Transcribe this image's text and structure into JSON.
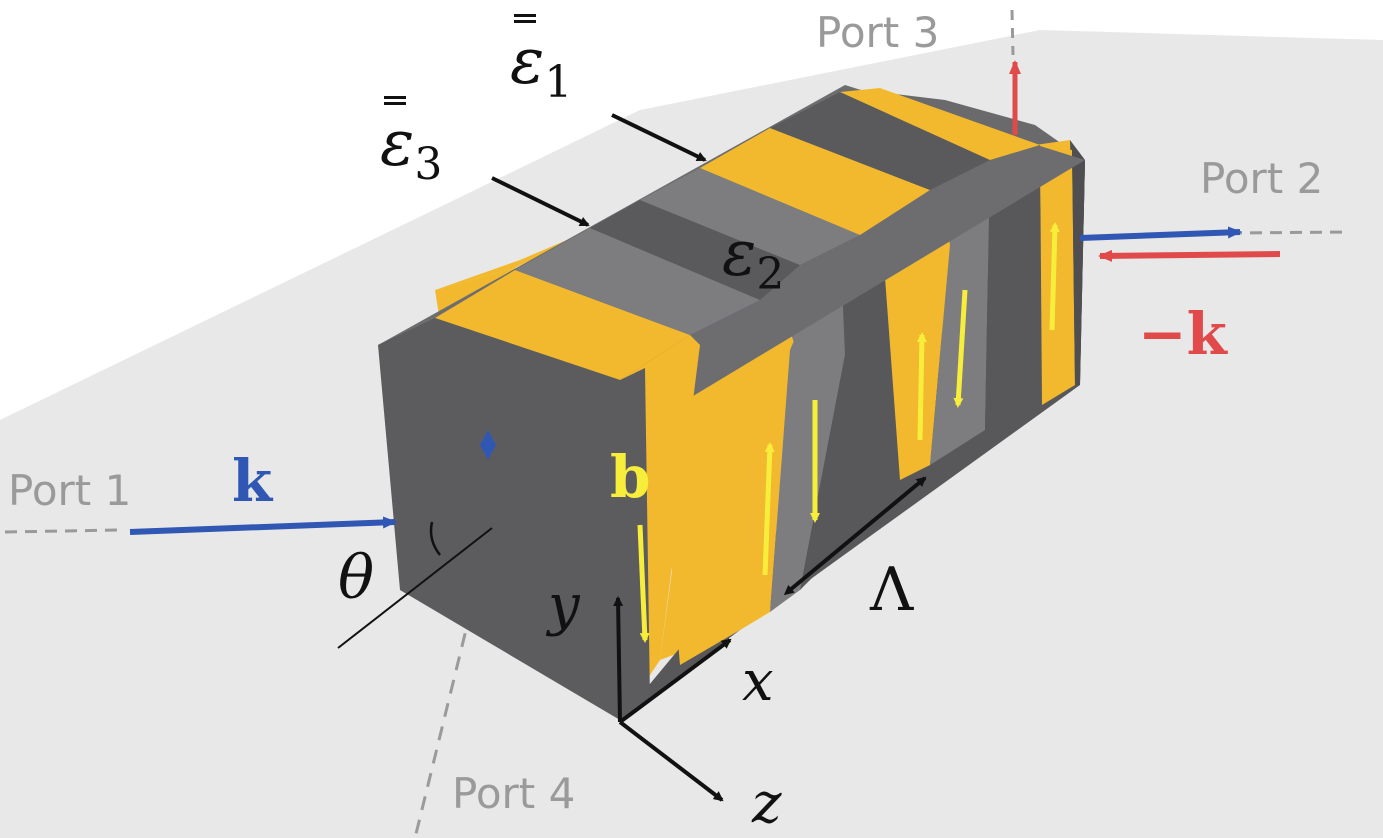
{
  "labels": {
    "port1": "Port 1",
    "port2": "Port 2",
    "port3": "Port 3",
    "port4": "Port 4",
    "k_forward": "k",
    "k_backward": "−k",
    "eps1": "ε",
    "eps1_sub": "1",
    "eps2": "ε",
    "eps2_sub": "2",
    "eps3": "ε",
    "eps3_sub": "3",
    "b": "b",
    "theta": "θ",
    "lambda": "Λ",
    "axis_x": "x",
    "axis_y": "y",
    "axis_z": "z"
  },
  "colors": {
    "dark_layer": "#5c5c5e",
    "gray_layer": "#7d7d80",
    "gold_layer": "#f2b92e",
    "yellow_arrow": "#f7ee3c",
    "blue": "#2f57b3",
    "red": "#e04a4a",
    "port_text": "#9a9a9a",
    "plane": "#e8e8e8"
  }
}
